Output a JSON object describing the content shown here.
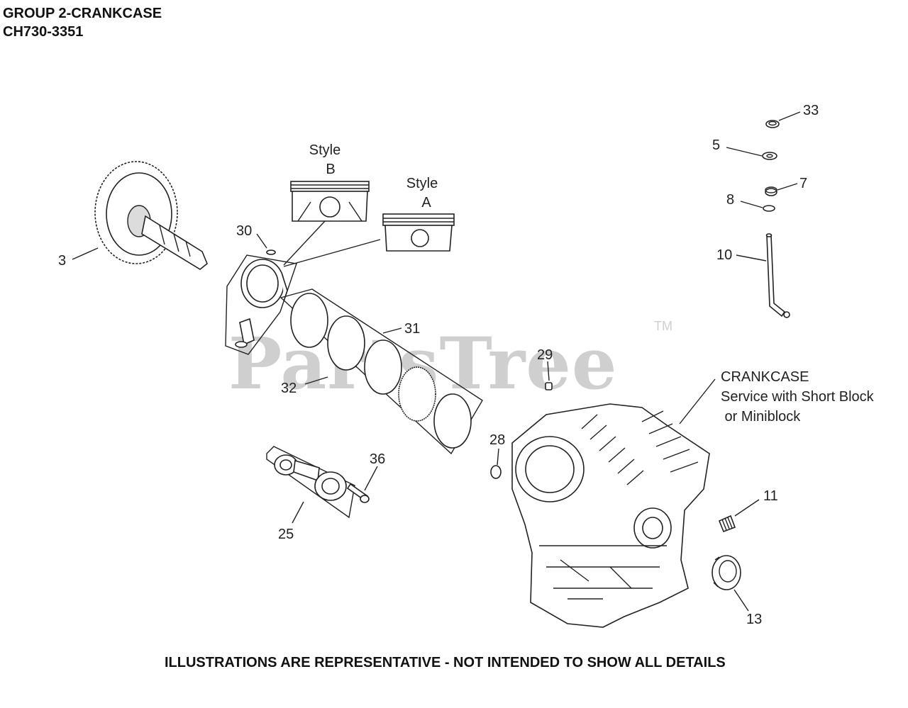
{
  "header": {
    "group": "GROUP 2-CRANKCASE",
    "model": "CH730-3351"
  },
  "watermark": {
    "brand": "PartsTree",
    "tm": "TM"
  },
  "labels": {
    "style_b": [
      "Style",
      "B"
    ],
    "style_a": [
      "Style",
      "A"
    ],
    "crankcase": [
      "CRANKCASE",
      "Service with Short Block",
      " or Miniblock"
    ]
  },
  "callouts": {
    "c3": "3",
    "c5": "5",
    "c7": "7",
    "c8": "8",
    "c10": "10",
    "c11": "11",
    "c13": "13",
    "c25": "25",
    "c28": "28",
    "c29": "29",
    "c30": "30",
    "c31": "31",
    "c32": "32",
    "c33": "33",
    "c36": "36"
  },
  "footer": "ILLUSTRATIONS ARE REPRESENTATIVE - NOT INTENDED TO SHOW ALL DETAILS"
}
